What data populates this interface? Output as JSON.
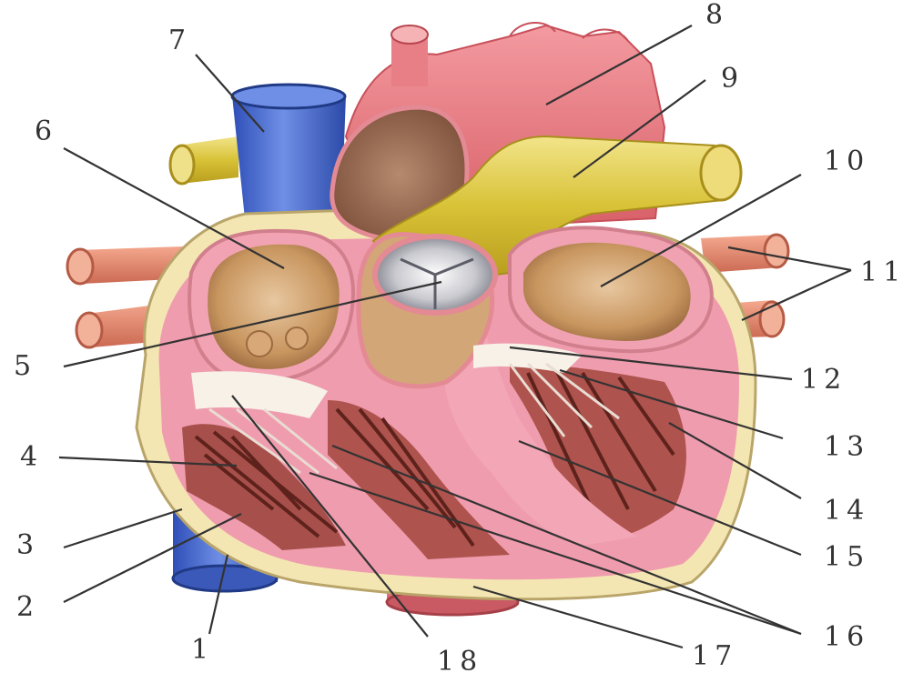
{
  "labels": {
    "l1": "1",
    "l2": "2",
    "l3": "3",
    "l4": "4",
    "l5": "5",
    "l6": "6",
    "l7": "7",
    "l8": "8",
    "l9": "9",
    "l10": "10",
    "l11": "11",
    "l12": "12",
    "l13": "13",
    "l14": "14",
    "l15": "15",
    "l16": "16",
    "l17": "17",
    "l18": "18"
  },
  "colors": {
    "vena_cava": "#4b6fd1",
    "aorta": "#e57a80",
    "pulmonary_trunk": "#e2cf49",
    "atrium": "#c69a67",
    "myocardium": "#ef9cae",
    "trabeculae": "#8a3b34",
    "pulmonary_veins": "#e98e76",
    "pericardium_fat": "#f3e7b0"
  }
}
